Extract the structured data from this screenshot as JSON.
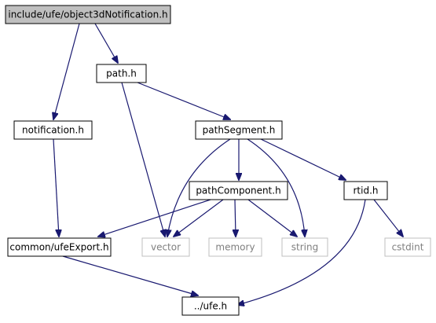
{
  "graph": {
    "colors": {
      "edge": "#191970",
      "node_border": "#000000",
      "ghost_border": "#bfbfbf",
      "root_fill": "#bfbfbf",
      "node_fill": "#ffffff",
      "ghost_text": "#7f7f7f"
    },
    "nodes": [
      {
        "id": "object3dNotification",
        "label": "include/ufe/object3dNotification.h",
        "kind": "root"
      },
      {
        "id": "path",
        "label": "path.h",
        "kind": "normal"
      },
      {
        "id": "notification",
        "label": "notification.h",
        "kind": "normal"
      },
      {
        "id": "pathSegment",
        "label": "pathSegment.h",
        "kind": "normal"
      },
      {
        "id": "pathComponent",
        "label": "pathComponent.h",
        "kind": "normal"
      },
      {
        "id": "rtid",
        "label": "rtid.h",
        "kind": "normal"
      },
      {
        "id": "ufeExport",
        "label": "common/ufeExport.h",
        "kind": "normal"
      },
      {
        "id": "vector",
        "label": "vector",
        "kind": "ghost"
      },
      {
        "id": "memory",
        "label": "memory",
        "kind": "ghost"
      },
      {
        "id": "string",
        "label": "string",
        "kind": "ghost"
      },
      {
        "id": "cstdint",
        "label": "cstdint",
        "kind": "ghost"
      },
      {
        "id": "ufe",
        "label": "../ufe.h",
        "kind": "normal"
      }
    ],
    "edges": [
      {
        "from": "object3dNotification",
        "to": "notification"
      },
      {
        "from": "object3dNotification",
        "to": "path"
      },
      {
        "from": "path",
        "to": "pathSegment"
      },
      {
        "from": "path",
        "to": "vector"
      },
      {
        "from": "notification",
        "to": "ufeExport"
      },
      {
        "from": "pathSegment",
        "to": "pathComponent"
      },
      {
        "from": "pathSegment",
        "to": "rtid"
      },
      {
        "from": "pathSegment",
        "to": "vector"
      },
      {
        "from": "pathSegment",
        "to": "string"
      },
      {
        "from": "pathComponent",
        "to": "ufeExport"
      },
      {
        "from": "pathComponent",
        "to": "vector"
      },
      {
        "from": "pathComponent",
        "to": "memory"
      },
      {
        "from": "pathComponent",
        "to": "string"
      },
      {
        "from": "rtid",
        "to": "ufe"
      },
      {
        "from": "rtid",
        "to": "cstdint"
      },
      {
        "from": "ufeExport",
        "to": "ufe"
      }
    ]
  }
}
